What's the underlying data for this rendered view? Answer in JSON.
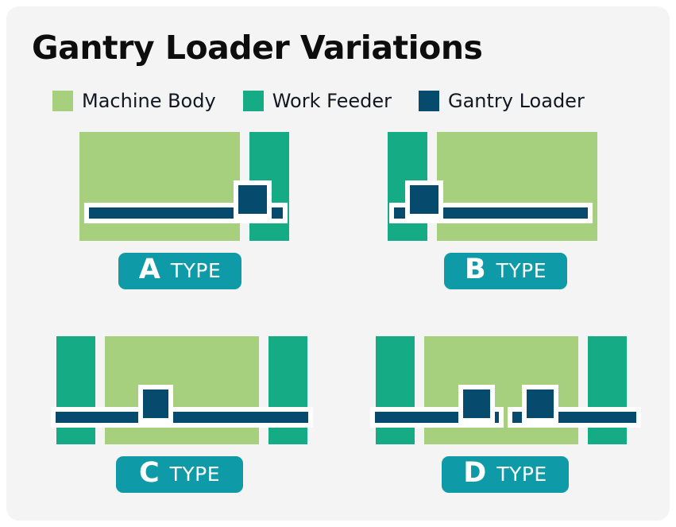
{
  "header": {
    "title": "Gantry Loader Variations"
  },
  "legend": {
    "items": [
      {
        "label": "Machine Body",
        "color": "#a6d07d",
        "icon": "color-swatch"
      },
      {
        "label": "Work Feeder",
        "color": "#15ab85",
        "icon": "color-swatch"
      },
      {
        "label": "Gantry Loader",
        "color": "#064a6e",
        "icon": "color-swatch"
      }
    ]
  },
  "palette": {
    "machine_body": "#a6d07d",
    "work_feeder": "#15ab85",
    "gantry_loader": "#064a6e",
    "badge": "#0f9aa8",
    "card_background": "#f4f4f5",
    "outline": "#ffffff"
  },
  "badge_word": "TYPE",
  "diagrams": [
    {
      "id": "a",
      "letter": "A",
      "badge_label": "TYPE",
      "description": "Machine body left, work feeder right, single rail with one carriage at right end",
      "feeders": 1,
      "carriages": 1,
      "rails": 1
    },
    {
      "id": "b",
      "letter": "B",
      "badge_label": "TYPE",
      "description": "Work feeder left, machine body right, single rail with one carriage at left end",
      "feeders": 1,
      "carriages": 1,
      "rails": 1
    },
    {
      "id": "c",
      "letter": "C",
      "badge_label": "TYPE",
      "description": "Work feeders both sides, machine body centre, single full-width rail with one carriage",
      "feeders": 2,
      "carriages": 1,
      "rails": 1
    },
    {
      "id": "d",
      "letter": "D",
      "badge_label": "TYPE",
      "description": "Work feeders both sides, machine body centre, two split rails each with one carriage",
      "feeders": 2,
      "carriages": 2,
      "rails": 2
    }
  ]
}
